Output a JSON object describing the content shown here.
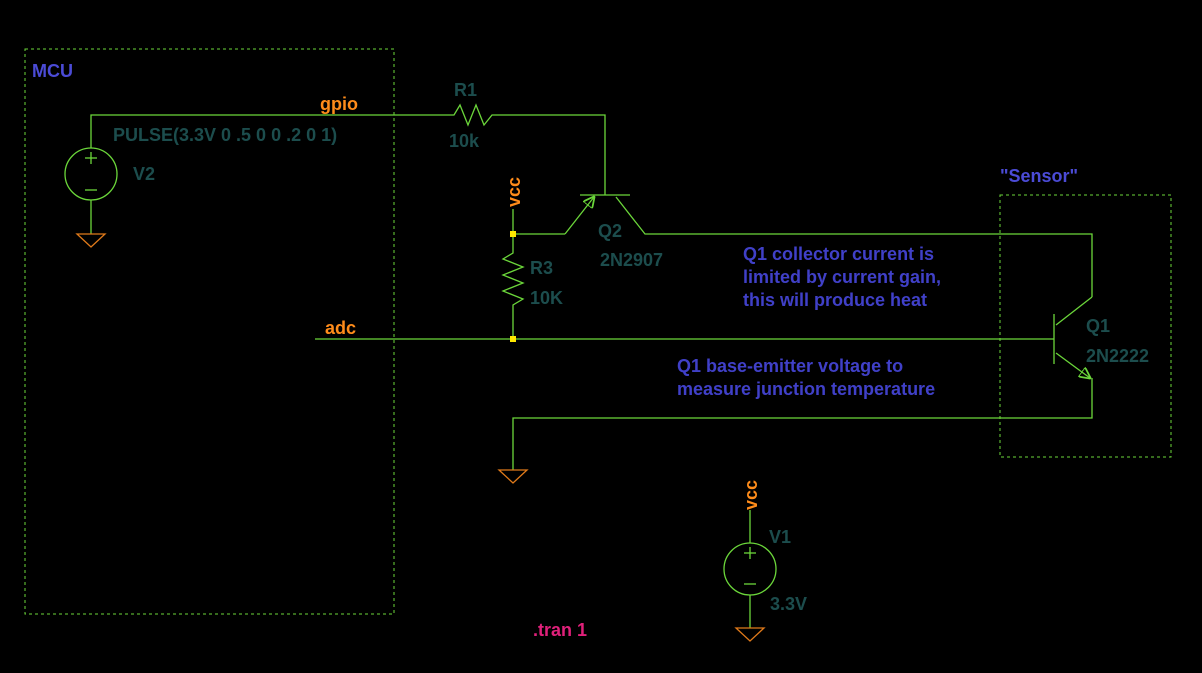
{
  "boxes": {
    "mcu": "MCU",
    "sensor": "\"Sensor\""
  },
  "components": {
    "r1": {
      "name": "R1",
      "value": "10k"
    },
    "r3": {
      "name": "R3",
      "value": "10K"
    },
    "q1": {
      "name": "Q1",
      "model": "2N2222"
    },
    "q2": {
      "name": "Q2",
      "model": "2N2907"
    },
    "v1": {
      "name": "V1",
      "value": "3.3V"
    },
    "v2": {
      "name": "V2",
      "value": "PULSE(3.3V 0 .5 0 0 .2 0 1)"
    }
  },
  "nets": {
    "gpio": "gpio",
    "adc": "adc",
    "vcc_top": "vcc",
    "vcc_bottom": "vcc"
  },
  "notes": {
    "collector_lines": [
      "Q1 collector current is",
      "limited by current gain,",
      "this will produce heat"
    ],
    "base_lines": [
      "Q1 base-emitter voltage to",
      "measure junction temperature"
    ]
  },
  "directive": ".tran 1",
  "colors": {
    "wire": "#6bd63a",
    "net_label": "#ff8c1a",
    "note": "#4040c8",
    "component": "#1c4d4d",
    "directive": "#e0207a",
    "junction": "#ffe800"
  }
}
